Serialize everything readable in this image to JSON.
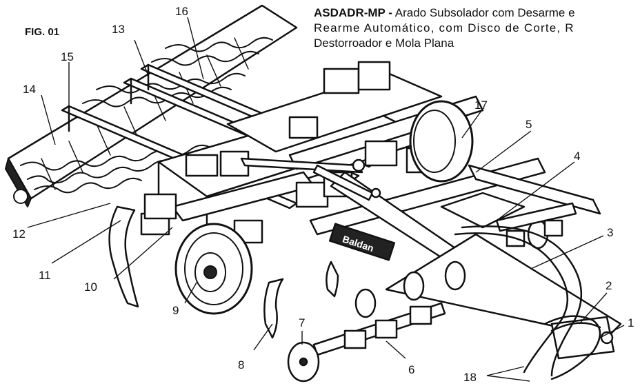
{
  "figure": {
    "label": "FIG. 01",
    "title_code": "ASDADR-MP -",
    "title_line1": " Arado Subsolador com Desarme e",
    "title_line2": "Rearme Automático, com Disco de Corte, R",
    "title_line3": "Destorroador e Mola Plana"
  },
  "callouts": [
    {
      "id": "1",
      "text": "1"
    },
    {
      "id": "2",
      "text": "2"
    },
    {
      "id": "3",
      "text": "3"
    },
    {
      "id": "4",
      "text": "4"
    },
    {
      "id": "5",
      "text": "5"
    },
    {
      "id": "6",
      "text": "6"
    },
    {
      "id": "7",
      "text": "7"
    },
    {
      "id": "8",
      "text": "8"
    },
    {
      "id": "9",
      "text": "9"
    },
    {
      "id": "10",
      "text": "10"
    },
    {
      "id": "11",
      "text": "11"
    },
    {
      "id": "12",
      "text": "12"
    },
    {
      "id": "13",
      "text": "13"
    },
    {
      "id": "14",
      "text": "14"
    },
    {
      "id": "15",
      "text": "15"
    },
    {
      "id": "16",
      "text": "16"
    },
    {
      "id": "17",
      "text": "17"
    },
    {
      "id": "18",
      "text": "18"
    }
  ],
  "brand": "Baldan"
}
